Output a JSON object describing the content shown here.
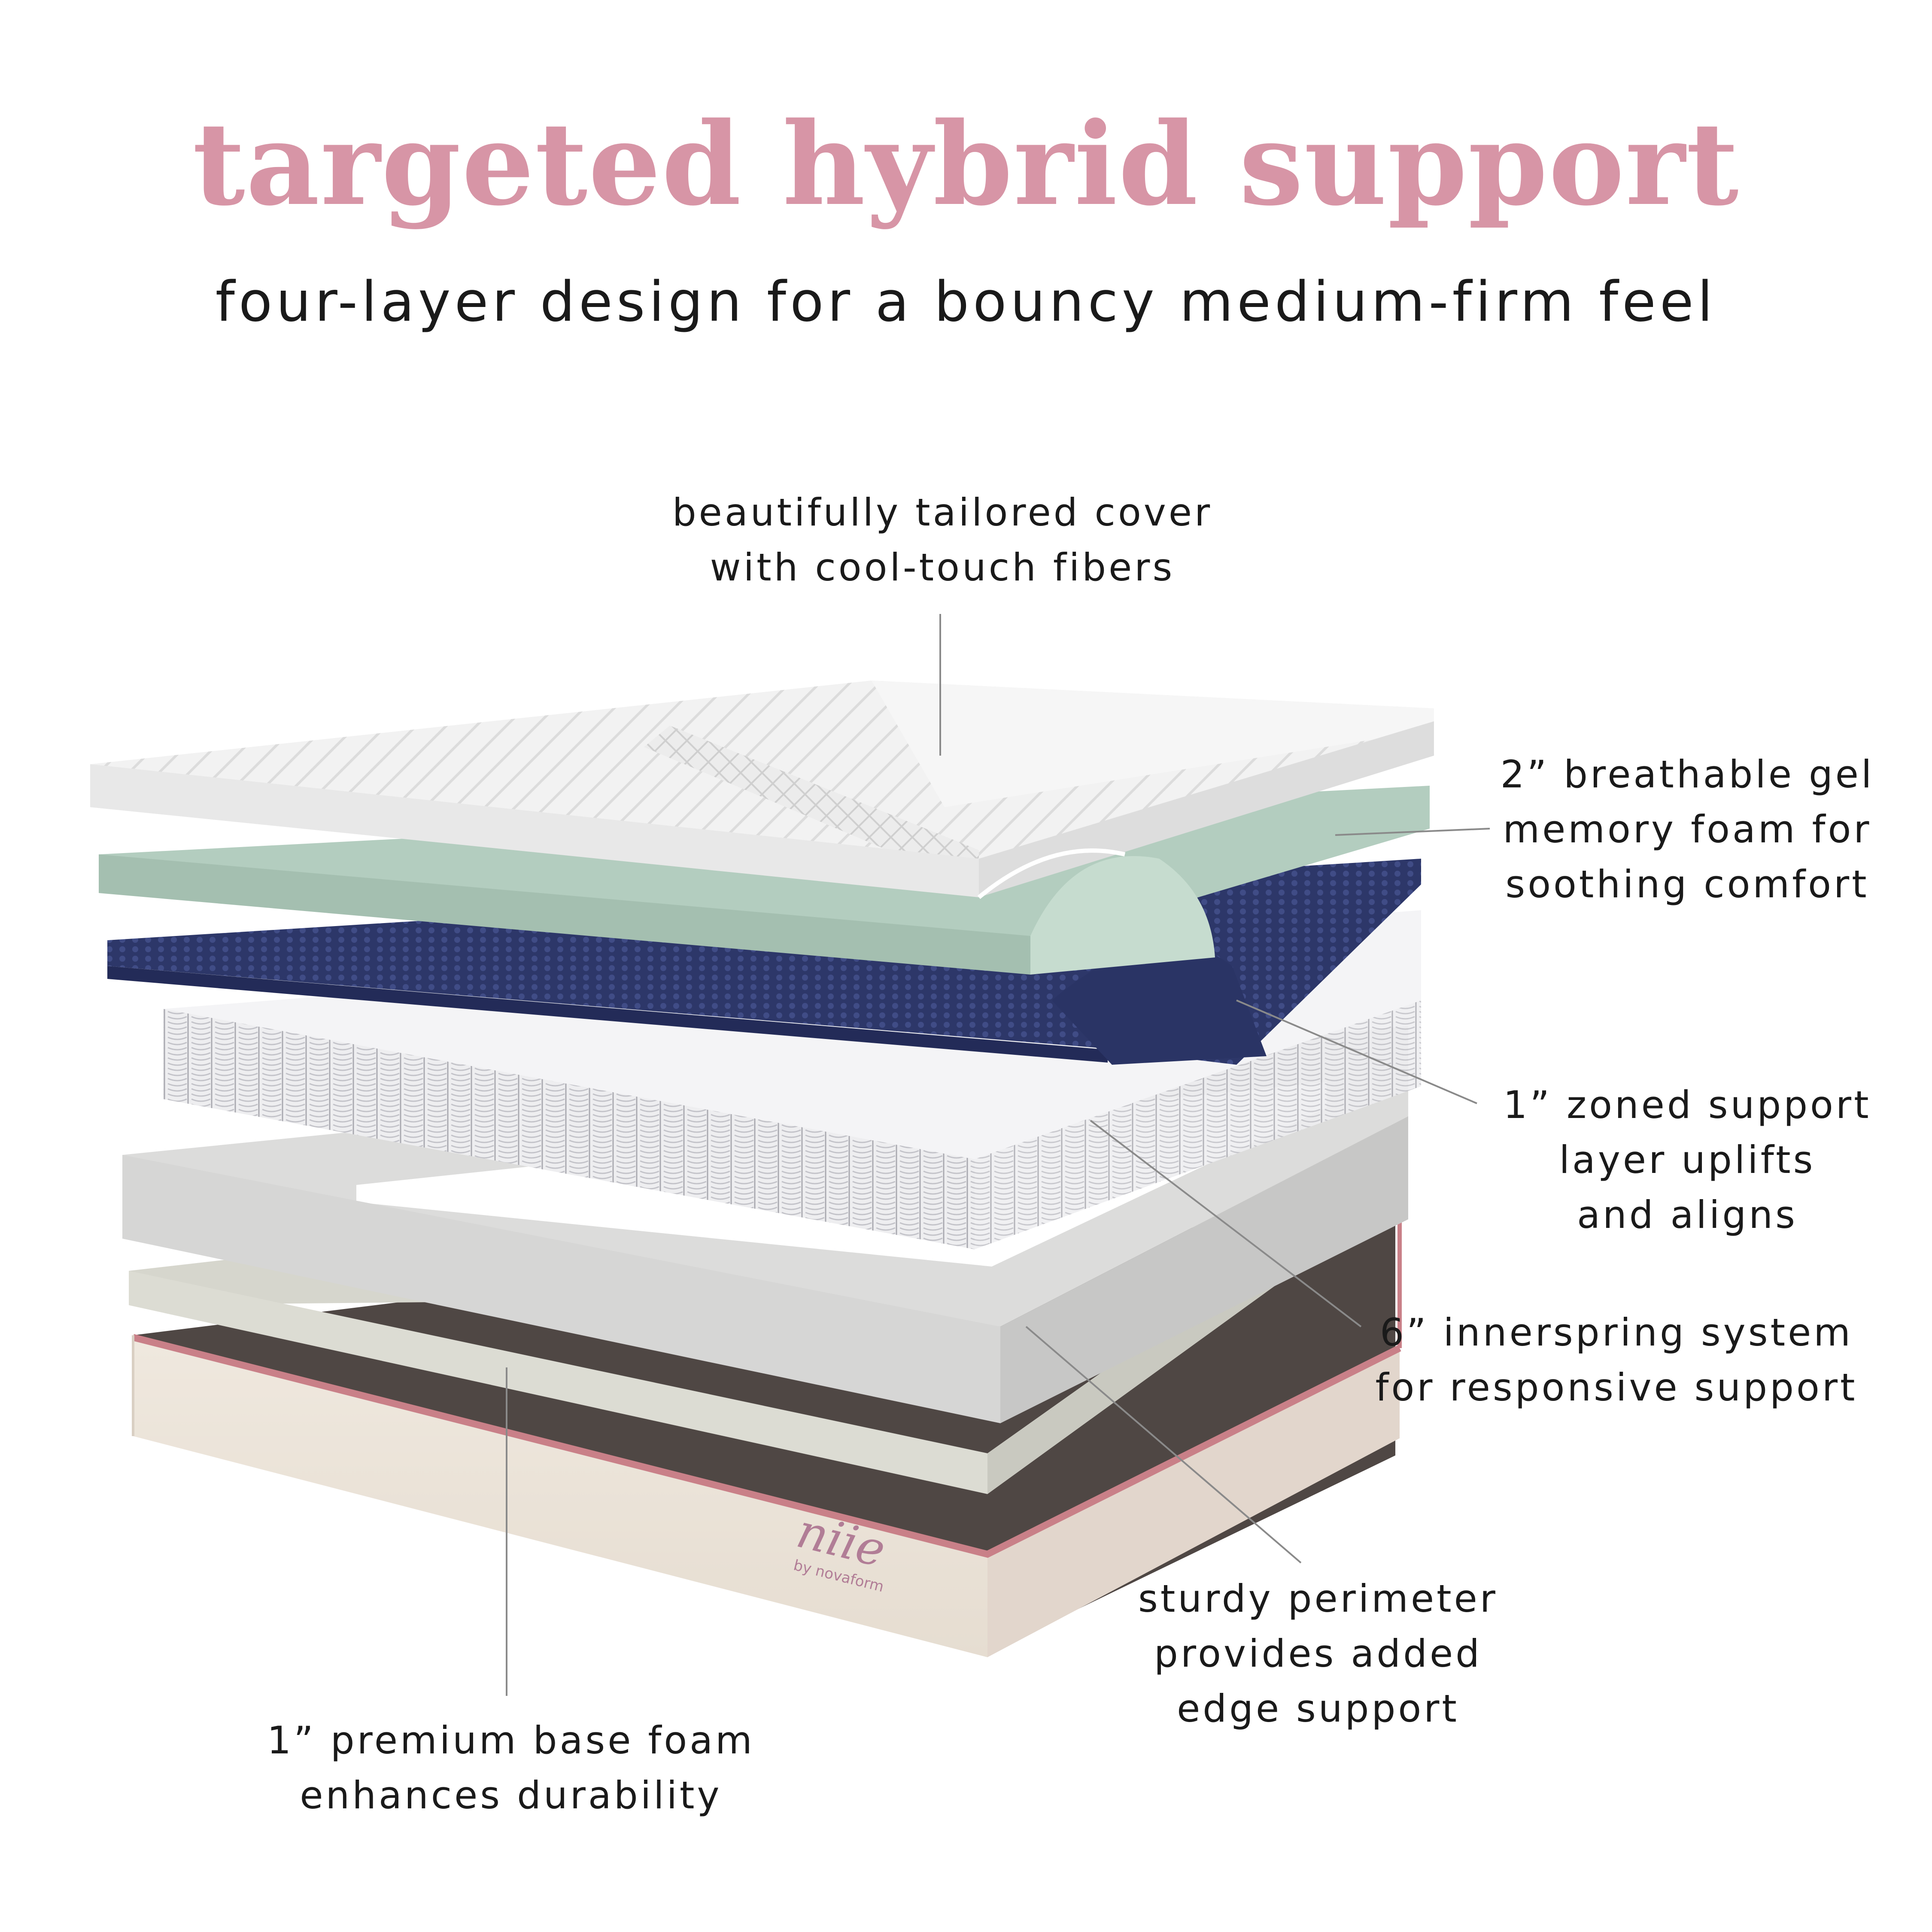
{
  "header": {
    "title": "targeted hybrid support",
    "subtitle": "four-layer design for a bouncy medium-firm feel"
  },
  "callouts": {
    "cover": [
      "beautifully tailored cover",
      "with cool-touch fibers"
    ],
    "gel_foam": [
      "2” breathable gel",
      "memory foam for",
      "soothing comfort"
    ],
    "zoned": [
      "1” zoned support",
      "layer uplifts",
      "and aligns"
    ],
    "innerspring": [
      "6” innerspring system",
      "for responsive support"
    ],
    "perimeter": [
      "sturdy perimeter",
      "provides added",
      "edge support"
    ],
    "base": [
      "1” premium base foam",
      "enhances durability"
    ]
  },
  "brand": {
    "logo_text": "niie",
    "logo_subtext": "by novaform"
  },
  "colors": {
    "title": "#d795a6",
    "cover": "#f1f1f1",
    "gel_foam": "#a9c4b5",
    "zoned_layer": "#2d3769",
    "coils": "#e9e9ec",
    "perimeter": "#d9d9d8",
    "base_foam": "#dcdcd3",
    "base_cover": "#ebe3d9",
    "base_trim": "#c98088"
  }
}
